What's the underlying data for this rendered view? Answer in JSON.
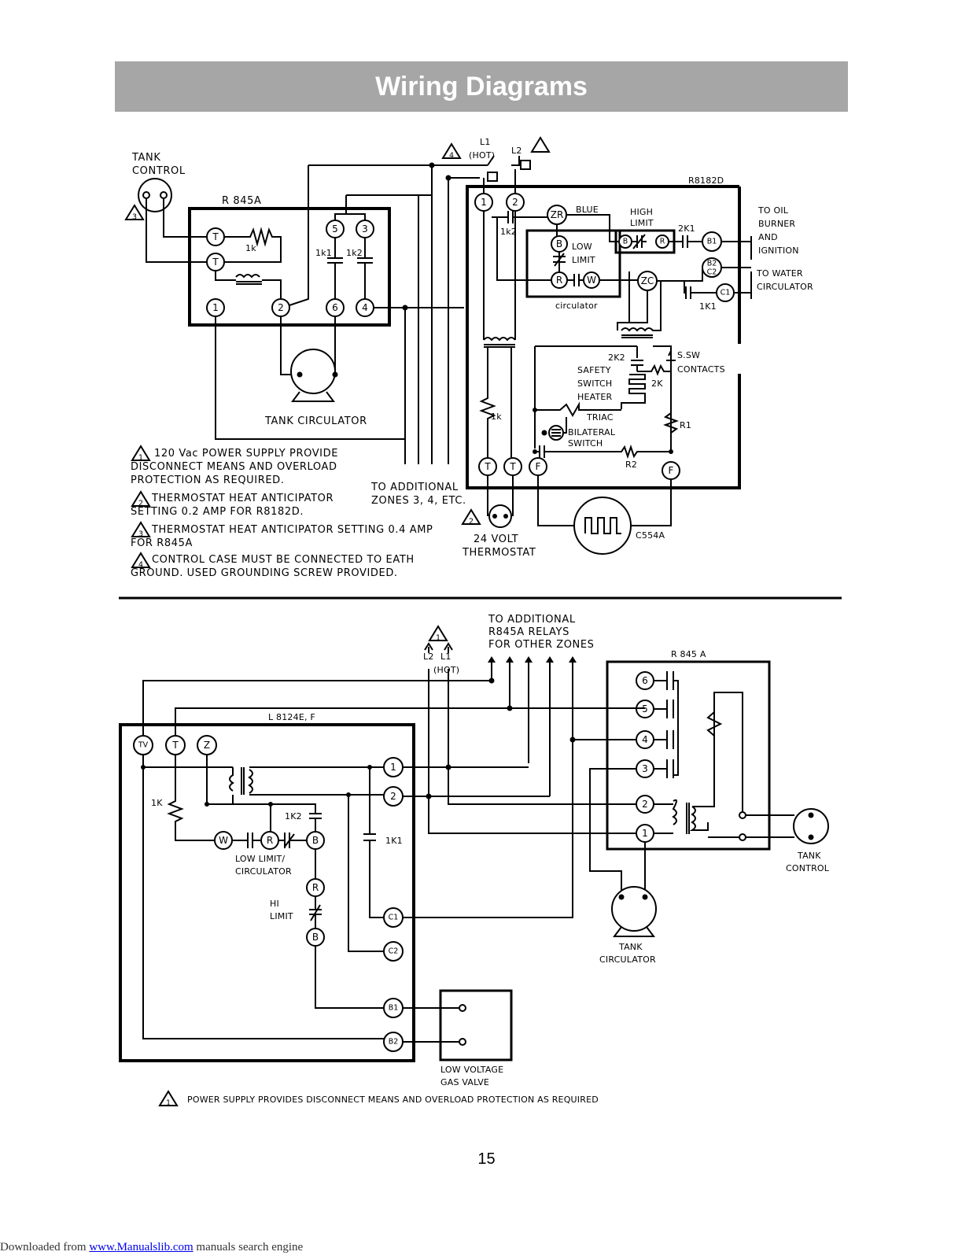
{
  "title": "Wiring Diagrams",
  "page_number": "15",
  "footer": {
    "prefix": "Downloaded from ",
    "link_text": "www.Manualslib.com",
    "suffix": " manuals search engine"
  },
  "diagram1": {
    "tank_control": [
      "TANK",
      "CONTROL"
    ],
    "r845a": "R 845A",
    "r8182d": "R8182D",
    "l1_hot": [
      "L1",
      "(HOT)"
    ],
    "l2": "L2",
    "terminals": {
      "T": "T",
      "n1": "1",
      "n2": "2",
      "n3": "3",
      "n4": "4",
      "n5": "5",
      "n6": "6",
      "F": "F",
      "ZR": "ZR",
      "ZC": "ZC",
      "B": "B",
      "R": "R",
      "W": "W",
      "B1": "B1",
      "B2C2": [
        "B2",
        "C2"
      ],
      "C1": "C1"
    },
    "labels": {
      "1k": "1k",
      "1k1": "1k1",
      "1k2": "1k2",
      "2k1": "2K1",
      "1K1": "1K1",
      "2k2": "2K2",
      "2k": "2K",
      "blue": "BLUE",
      "high_limit": [
        "HIGH",
        "LIMIT"
      ],
      "low_limit": [
        "LOW",
        "LIMIT"
      ],
      "circulator": "circulator",
      "oil_burner": [
        "TO OIL",
        "BURNER",
        "AND",
        "IGNITION"
      ],
      "water_circ": [
        "TO WATER",
        "CIRCULATOR"
      ],
      "safety": [
        "SAFETY",
        "SWITCH",
        "HEATER"
      ],
      "ssw": [
        "S.SW",
        "CONTACTS"
      ],
      "triac": "TRIAC",
      "bilateral": [
        "BILATERAL",
        "SWITCH"
      ],
      "r1": "R1",
      "r2": "R2",
      "c554a": "C554A",
      "tank_circulator": "TANK CIRCULATOR",
      "additional": [
        "TO ADDITIONAL",
        "ZONES 3, 4, ETC."
      ],
      "thermostat": [
        "24 VOLT",
        "THERMOSTAT"
      ]
    },
    "notes": [
      [
        "120 Vac POWER SUPPLY PROVIDE",
        "DISCONNECT MEANS AND OVERLOAD",
        "PROTECTION AS REQUIRED."
      ],
      [
        "THERMOSTAT HEAT ANTICIPATOR",
        "SETTING 0.2 AMP FOR R8182D."
      ],
      [
        "THERMOSTAT HEAT ANTICIPATOR SETTING 0.4 AMP",
        "FOR R845A"
      ],
      [
        "CONTROL CASE MUST BE CONNECTED TO EATH",
        "GROUND.   USED GROUNDING SCREW PROVIDED."
      ]
    ],
    "warning_numbers": [
      "1",
      "2",
      "3",
      "4"
    ]
  },
  "diagram2": {
    "additional": [
      "TO ADDITIONAL",
      "R845A RELAYS",
      "FOR OTHER ZONES"
    ],
    "l2": "L2",
    "l1": "L1",
    "hot": "(HOT)",
    "r845a": "R 845 A",
    "l8124": "L 8124E, F",
    "terminals": {
      "TV": "TV",
      "T": "T",
      "Z": "Z",
      "W": "W",
      "R": "R",
      "B": "B",
      "C1": "C1",
      "C2": "C2",
      "B1": "B1",
      "B2": "B2",
      "n1": "1",
      "n2": "2",
      "n3": "3",
      "n4": "4",
      "n5": "5",
      "n6": "6"
    },
    "labels": {
      "1K": "1K",
      "1K2": "1K2",
      "1K1": "1K1",
      "low_limit": [
        "LOW LIMIT/",
        "CIRCULATOR"
      ],
      "hi_limit": [
        "HI",
        "LIMIT"
      ],
      "tank_control": [
        "TANK",
        "CONTROL"
      ],
      "tank_circulator": [
        "TANK",
        "CIRCULATOR"
      ],
      "gas_valve": [
        "LOW VOLTAGE",
        "GAS VALVE"
      ]
    },
    "note": "POWER SUPPLY PROVIDES DISCONNECT MEANS AND OVERLOAD PROTECTION AS REQUIRED"
  }
}
